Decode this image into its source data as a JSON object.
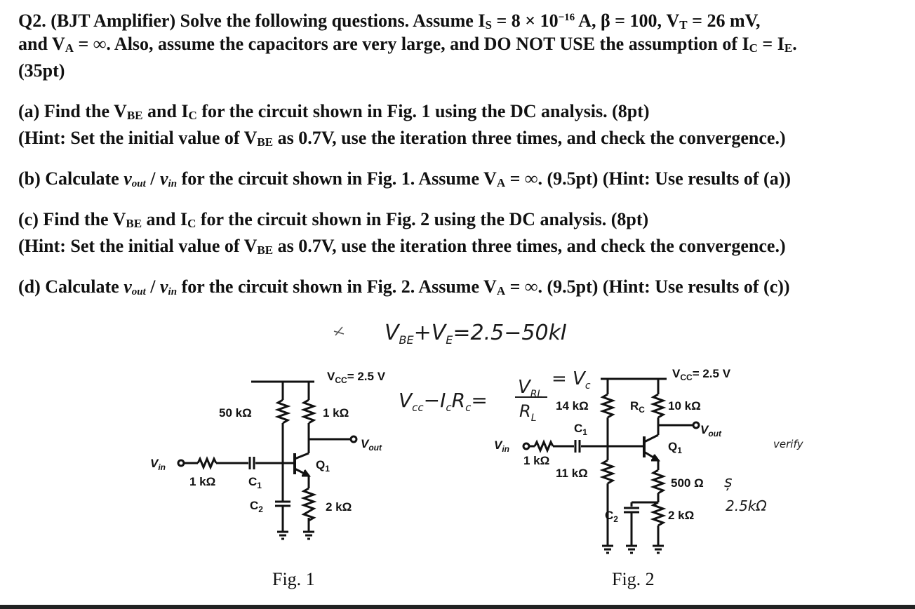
{
  "question": {
    "line1_a": "Q2. (BJT Amplifier) Solve the following questions. Assume I",
    "line1_b": "S",
    "line1_c": " = 8 × 10",
    "line1_d": "−16",
    "line1_e": " A, β = 100, V",
    "line1_f": "T",
    "line1_g": " = 26 mV,",
    "line2_a": "and V",
    "line2_b": "A",
    "line2_c": " = ∞. Also, assume the capacitors are very large, and DO NOT USE the assumption of I",
    "line2_d": "C",
    "line2_e": " = I",
    "line2_f": "E",
    "line2_g": ".",
    "line3": "(35pt)"
  },
  "parts": {
    "a1_a": "(a) Find the V",
    "a1_b": "BE",
    "a1_c": " and I",
    "a1_d": "C",
    "a1_e": " for the circuit shown in Fig. 1 using the DC analysis. (8pt)",
    "a2_a": "(Hint: Set the initial value of V",
    "a2_b": "BE",
    "a2_c": " as 0.7V, use the iteration three times, and check the convergence.)",
    "b_a": "(b) Calculate ",
    "b_vout": "v",
    "b_vout_sub": "out",
    "b_slash": " / ",
    "b_vin": "v",
    "b_vin_sub": "in",
    "b_c": " for the circuit shown in Fig. 1. Assume V",
    "b_d": "A",
    "b_e": " = ∞. (9.5pt) (Hint: Use results of (a))",
    "c1_a": "(c) Find the V",
    "c1_b": "BE",
    "c1_c": " and I",
    "c1_d": "C",
    "c1_e": " for the circuit shown in Fig. 2 using the DC analysis. (8pt)",
    "c2_a": "(Hint: Set the initial value of V",
    "c2_b": "BE",
    "c2_c": " as 0.7V, use the iteration three times, and check the convergence.)",
    "d_a": "(d) Calculate ",
    "d_vout": "v",
    "d_vout_sub": "out",
    "d_slash": " / ",
    "d_vin": "v",
    "d_vin_sub": "in",
    "d_c": " for the circuit shown in Fig. 2. Assume V",
    "d_d": "A",
    "d_e": " = ∞. (9.5pt) (Hint: Use results of (c))"
  },
  "handwriting": {
    "note1": "V",
    "note1_sub": "BE",
    "note1_rest": "+V",
    "note1_sub2": "E",
    "note1_end": "=2.5−50kI",
    "note2": "V",
    "note2_sub": "cc",
    "note2_mid": "−I",
    "note2_sub2": "c",
    "note2_mid2": "R",
    "note2_sub3": "c",
    "note2_eq": "=",
    "note2_frac_top": "V",
    "note2_frac_top_sub": "RL",
    "note2_frac_bot": "R",
    "note2_frac_bot_sub": "L",
    "note2_end": "= V",
    "note2_end_sub": "c",
    "note3": "2.5kΩ",
    "note4": "verify"
  },
  "fig1": {
    "vcc": "V",
    "vcc_sub": "CC",
    "vcc_val": "= 2.5 V",
    "r1": "50 kΩ",
    "rc": "1 kΩ",
    "vout": "V",
    "vout_sub": "out",
    "vin": "V",
    "vin_sub": "in",
    "rin": "1 kΩ",
    "c1": "C",
    "c1_sub": "1",
    "c2": "C",
    "c2_sub": "2",
    "q": "Q",
    "q_sub": "1",
    "re": "2 kΩ",
    "caption": "Fig. 1"
  },
  "fig2": {
    "vcc": "V",
    "vcc_sub": "CC",
    "vcc_val": "= 2.5 V",
    "r1": "14 kΩ",
    "rc_name": "R",
    "rc_sub": "C",
    "rc": "10 kΩ",
    "vout": "V",
    "vout_sub": "out",
    "vin": "V",
    "vin_sub": "in",
    "rin": "1 kΩ",
    "c1": "C",
    "c1_sub": "1",
    "r2": "11 kΩ",
    "q": "Q",
    "q_sub": "1",
    "re1": "500 Ω",
    "re2": "2 kΩ",
    "c2": "C",
    "c2_sub": "2",
    "caption": "Fig. 2"
  }
}
